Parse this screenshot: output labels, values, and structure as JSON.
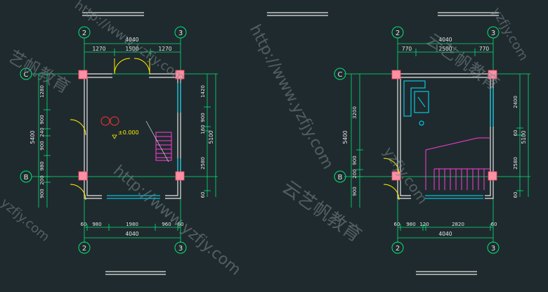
{
  "colors": {
    "background": "#1f2a2e",
    "dimension_line": "#00e676",
    "wall": "#e6e6e6",
    "window": "#00e5ff",
    "column_fill": "#ff8fa3",
    "stair": "#ff3dd6",
    "door": "#ffea00",
    "level_marker": "#ff3333",
    "watermark": "#7a8a8f"
  },
  "left_plan": {
    "axis_top_left": "2",
    "axis_top_right": "3",
    "axis_bottom_left": "2",
    "axis_bottom_right": "3",
    "axis_row_c": "C",
    "axis_row_b": "B",
    "top_total": "4040",
    "top_seg_1": "1270",
    "top_seg_2": "1500",
    "top_seg_3": "1270",
    "bottom_total": "4040",
    "bottom_seg_1": "60",
    "bottom_seg_2": "980",
    "bottom_seg_3": "1980",
    "bottom_seg_4": "960",
    "bottom_seg_5": "60",
    "left_total": "5400",
    "left_seg_1": "1280",
    "left_seg_2": "900",
    "left_seg_3": "240",
    "left_seg_4": "900",
    "left_seg_5": "980",
    "left_seg_6": "200",
    "left_seg_7": "900",
    "right_total": "5100",
    "right_seg_1": "1420",
    "right_seg_2": "900",
    "right_seg_3": "160",
    "right_seg_4": "2580",
    "right_seg_5": "60",
    "level_label": "±0.000"
  },
  "right_plan": {
    "axis_top_left": "2",
    "axis_top_right": "3",
    "axis_bottom_left": "2",
    "axis_bottom_right": "3",
    "axis_row_c": "C",
    "axis_row_b": "B",
    "top_total": "4040",
    "top_seg_1": "770",
    "top_seg_2": "2500",
    "top_seg_3": "770",
    "bottom_total": "4040",
    "bottom_seg_1": "60",
    "bottom_seg_2": "980",
    "bottom_seg_3": "120",
    "bottom_seg_4": "2820",
    "bottom_seg_5": "60",
    "left_total": "5400",
    "left_seg_1": "3200",
    "left_seg_2": "900",
    "left_seg_3": "200",
    "left_seg_4": "900",
    "right_total": "5100",
    "right_seg_1": "2400",
    "right_seg_2": "60",
    "right_seg_3": "2580",
    "right_seg_4": "60"
  },
  "watermarks": {
    "url": "http://www.yzfjy.com",
    "brand": "云艺帆教育",
    "url_short": "yzfjy.com",
    "brand_partial": "艺帆教育"
  }
}
